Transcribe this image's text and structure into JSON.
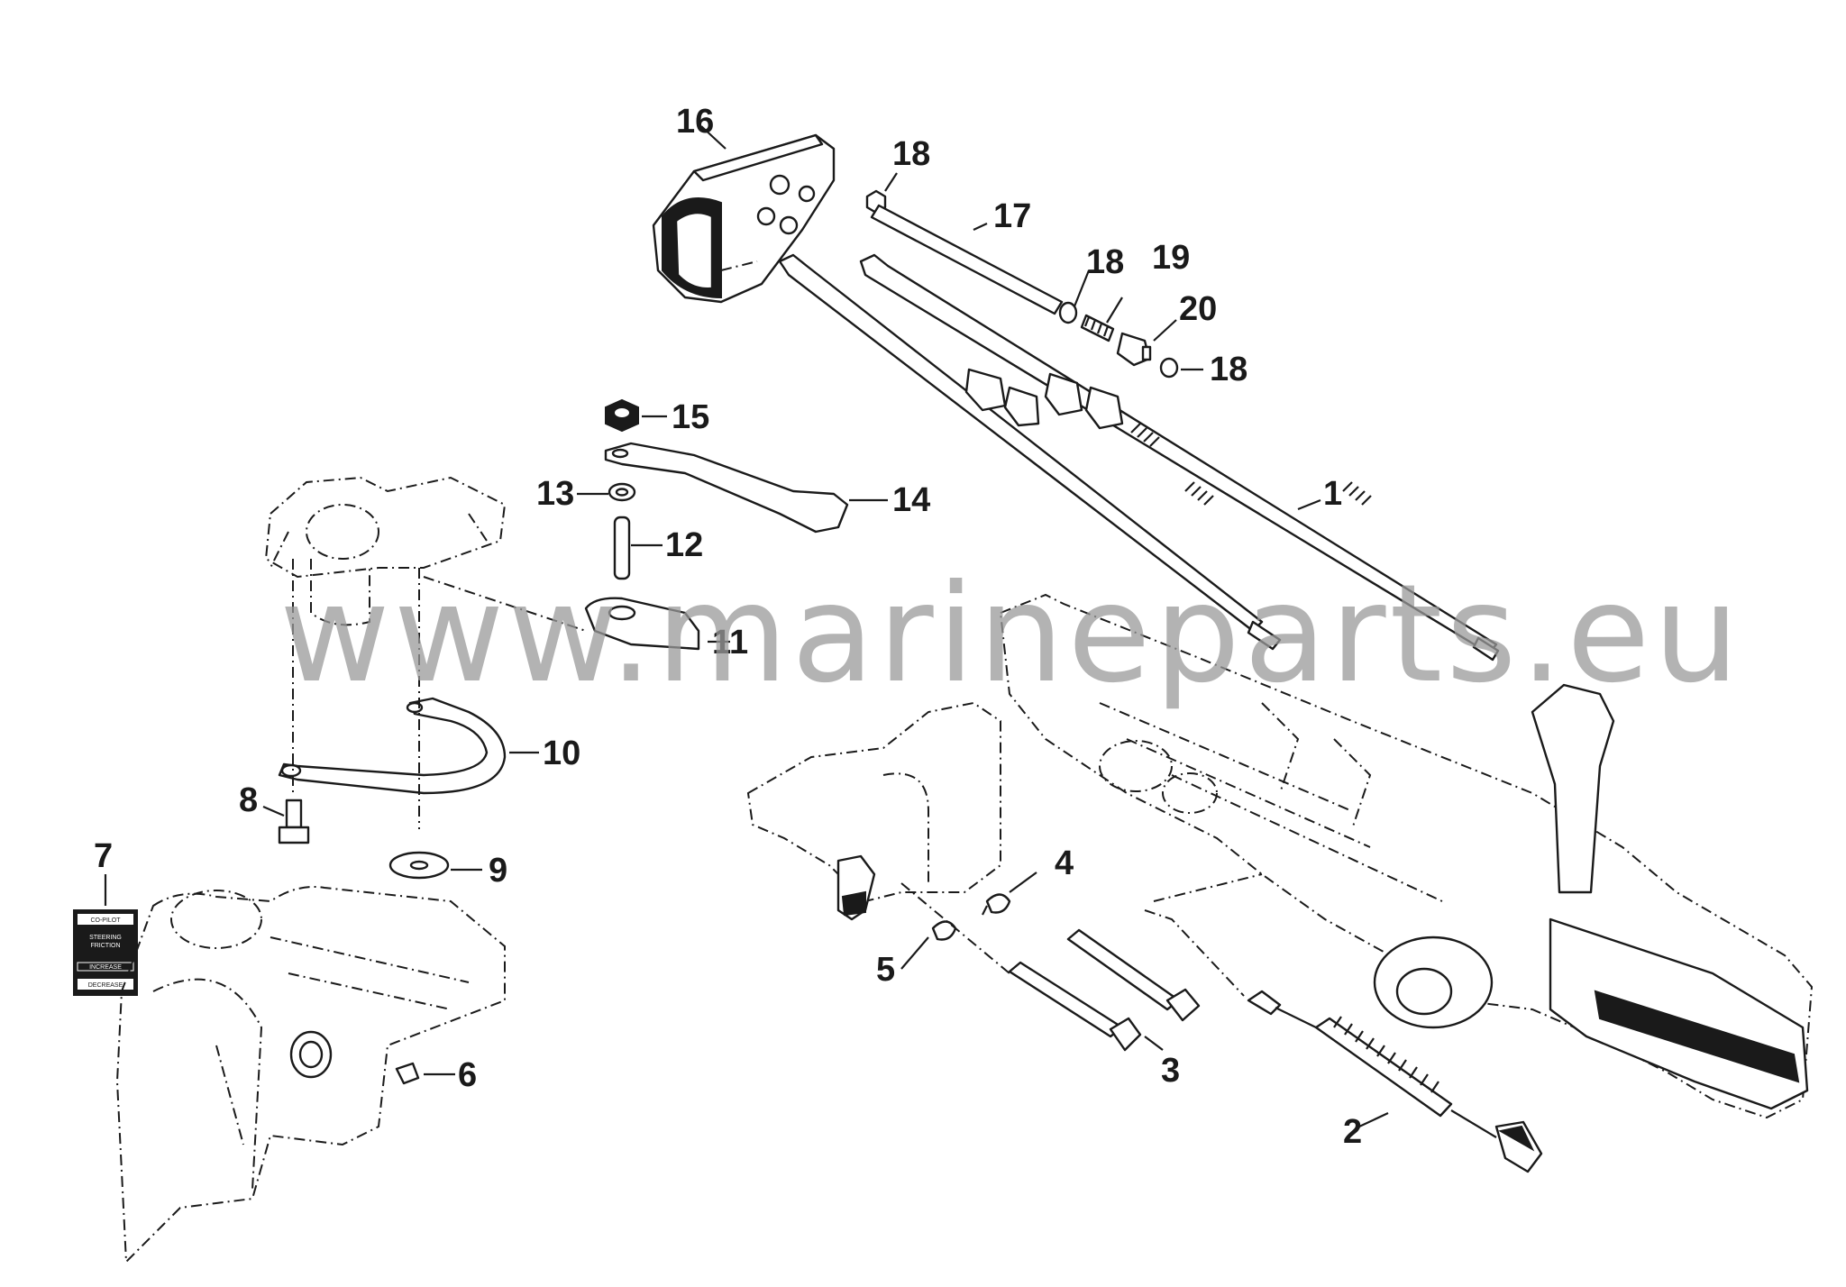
{
  "diagram": {
    "watermark": "www.marineparts.eu",
    "decal": {
      "line1": "CO-PILOT",
      "line2": "STEERING",
      "line3": "FRICTION",
      "increase": "INCREASE",
      "decrease": "DECREASE"
    },
    "callouts": [
      "1",
      "2",
      "3",
      "4",
      "5",
      "6",
      "7",
      "8",
      "9",
      "10",
      "11",
      "12",
      "13",
      "14",
      "15",
      "16",
      "17",
      "18",
      "18",
      "18",
      "19",
      "20"
    ]
  }
}
